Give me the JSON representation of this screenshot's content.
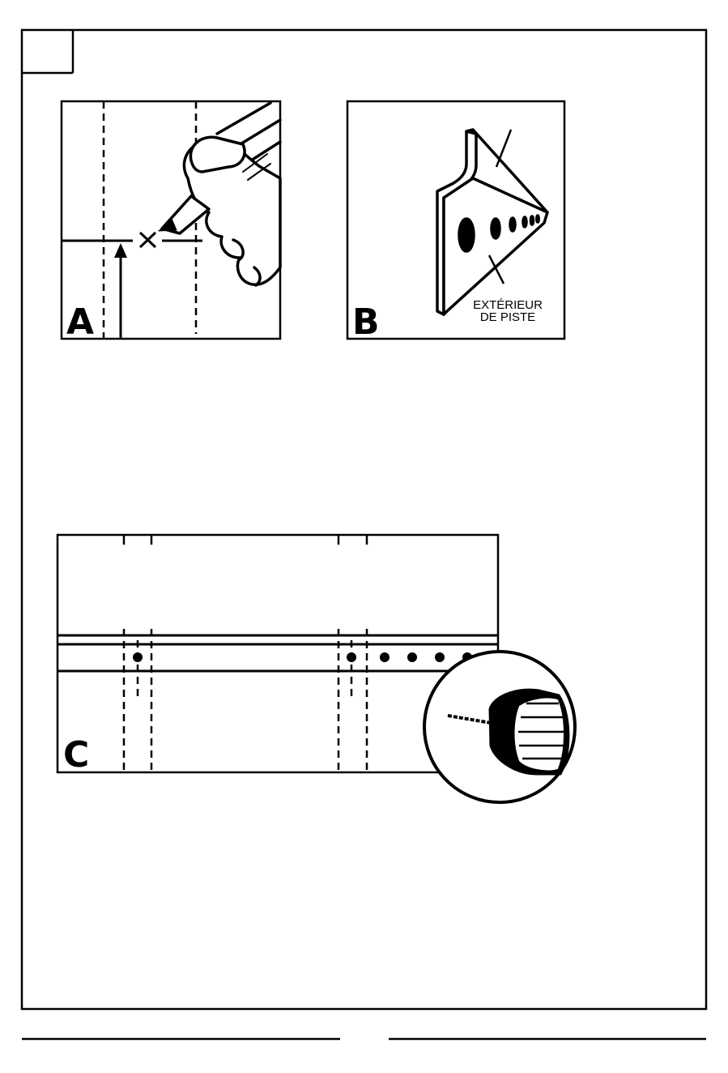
{
  "figures": {
    "a": {
      "letter": "A"
    },
    "b": {
      "letter": "B",
      "label_line1": "EXTÉRIEUR",
      "label_line2": "DE PISTE"
    },
    "c": {
      "letter": "C"
    }
  }
}
